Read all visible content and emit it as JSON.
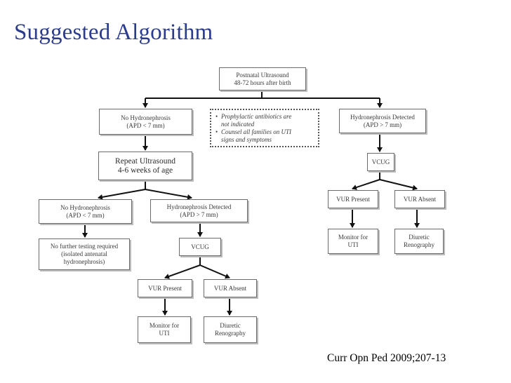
{
  "slide": {
    "title": "Suggested Algorithm",
    "citation": "Curr Opn Ped 2009;207-13"
  },
  "colors": {
    "title": "#2b3c8f",
    "box_border": "#6a6a6a",
    "arrow": "#111111"
  },
  "flowchart": {
    "postnatal": {
      "line1": "Postnatal Ultrasound",
      "line2": "48-72 hours after birth"
    },
    "no_hydro_1": {
      "line1": "No Hydronephrosis",
      "line2": "(APD < 7 mm)"
    },
    "note": {
      "bullet_icon": "•",
      "item1_line1": "Prophylactic antibiotics are",
      "item1_line2": "not indicated",
      "item2_line1": "Counsel all families on UTI",
      "item2_line2": "signs and symptoms"
    },
    "hydro_detected_right": {
      "line1": "Hydronephrosis Detected",
      "line2": "(APD > 7 mm)"
    },
    "repeat_us": {
      "line1": "Repeat Ultrasound",
      "line2": "4-6 weeks of age"
    },
    "vcug_right": {
      "label": "VCUG"
    },
    "no_hydro_2": {
      "line1": "No Hydronephrosis",
      "line2": "(APD < 7 mm)"
    },
    "hydro_detected_mid": {
      "line1": "Hydronephrosis Detected",
      "line2": "(APD > 7 mm)"
    },
    "vur_present_right": {
      "label": "VUR Present"
    },
    "vur_absent_right": {
      "label": "VUR Absent"
    },
    "no_further": {
      "line1": "No further testing required",
      "line2": "(isolated antenatal",
      "line3": "hydronephrosis)"
    },
    "vcug_mid": {
      "label": "VCUG"
    },
    "monitor_right": {
      "line1": "Monitor for",
      "line2": "UTI"
    },
    "diuretic_right": {
      "line1": "Diuretic",
      "line2": "Renography"
    },
    "vur_present_mid": {
      "label": "VUR Present"
    },
    "vur_absent_mid": {
      "label": "VUR Absent"
    },
    "monitor_mid": {
      "line1": "Monitor for",
      "line2": "UTI"
    },
    "diuretic_mid": {
      "line1": "Diuretic",
      "line2": "Renography"
    }
  }
}
